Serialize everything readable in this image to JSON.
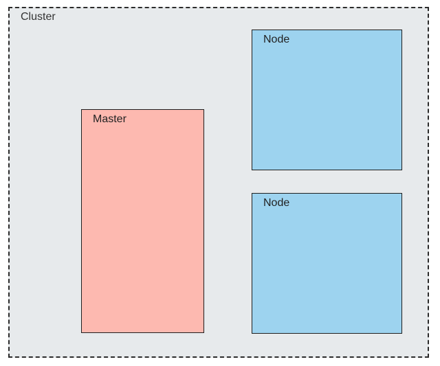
{
  "cluster": {
    "label": "Cluster",
    "fill": "#e7eaec",
    "border": "dashed"
  },
  "master": {
    "label": "Master",
    "fill": "#fdb9b0"
  },
  "nodes": [
    {
      "label": "Node",
      "fill": "#9dd3ef"
    },
    {
      "label": "Node",
      "fill": "#9dd3ef"
    }
  ]
}
